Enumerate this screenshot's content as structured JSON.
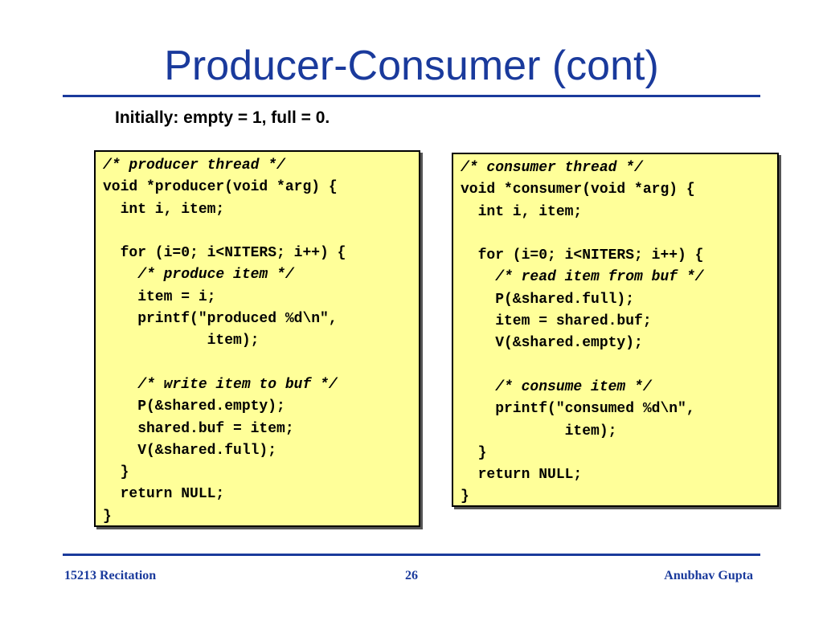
{
  "slide": {
    "title": "Producer-Consumer (cont)",
    "initially": "Initially:  empty = 1, full = 0."
  },
  "producer": {
    "lines": [
      {
        "text": "/* producer thread */",
        "comment": true
      },
      {
        "text": "void *producer(void *arg) {",
        "comment": false
      },
      {
        "text": "  int i, item;",
        "comment": false
      },
      {
        "text": "",
        "comment": false
      },
      {
        "text": "  for (i=0; i<NITERS; i++) {",
        "comment": false
      },
      {
        "text": "    /* produce item */",
        "comment": true
      },
      {
        "text": "    item = i;",
        "comment": false
      },
      {
        "text": "    printf(\"produced %d\\n\",",
        "comment": false
      },
      {
        "text": "            item);",
        "comment": false
      },
      {
        "text": "",
        "comment": false
      },
      {
        "text": "    /* write item to buf */",
        "comment": true
      },
      {
        "text": "    P(&shared.empty);",
        "comment": false
      },
      {
        "text": "    shared.buf = item;",
        "comment": false
      },
      {
        "text": "    V(&shared.full);",
        "comment": false
      },
      {
        "text": "  }",
        "comment": false
      },
      {
        "text": "  return NULL;",
        "comment": false
      },
      {
        "text": "}",
        "comment": false
      }
    ]
  },
  "consumer": {
    "lines": [
      {
        "text": "/* consumer thread */",
        "comment": true
      },
      {
        "text": "void *consumer(void *arg) {",
        "comment": false
      },
      {
        "text": "  int i, item;",
        "comment": false
      },
      {
        "text": "",
        "comment": false
      },
      {
        "text": "  for (i=0; i<NITERS; i++) {",
        "comment": false
      },
      {
        "text": "    /* read item from buf */",
        "comment": true
      },
      {
        "text": "    P(&shared.full);",
        "comment": false
      },
      {
        "text": "    item = shared.buf;",
        "comment": false
      },
      {
        "text": "    V(&shared.empty);",
        "comment": false
      },
      {
        "text": "",
        "comment": false
      },
      {
        "text": "    /* consume item */",
        "comment": true
      },
      {
        "text": "    printf(\"consumed %d\\n\",",
        "comment": false
      },
      {
        "text": "            item);",
        "comment": false
      },
      {
        "text": "  }",
        "comment": false
      },
      {
        "text": "  return NULL;",
        "comment": false
      },
      {
        "text": "}",
        "comment": false
      }
    ]
  },
  "footer": {
    "left": "15213 Recitation",
    "center": "26",
    "right": "Anubhav Gupta"
  },
  "colors": {
    "title": "#1a3a9c",
    "code_background": "#ffff99"
  }
}
